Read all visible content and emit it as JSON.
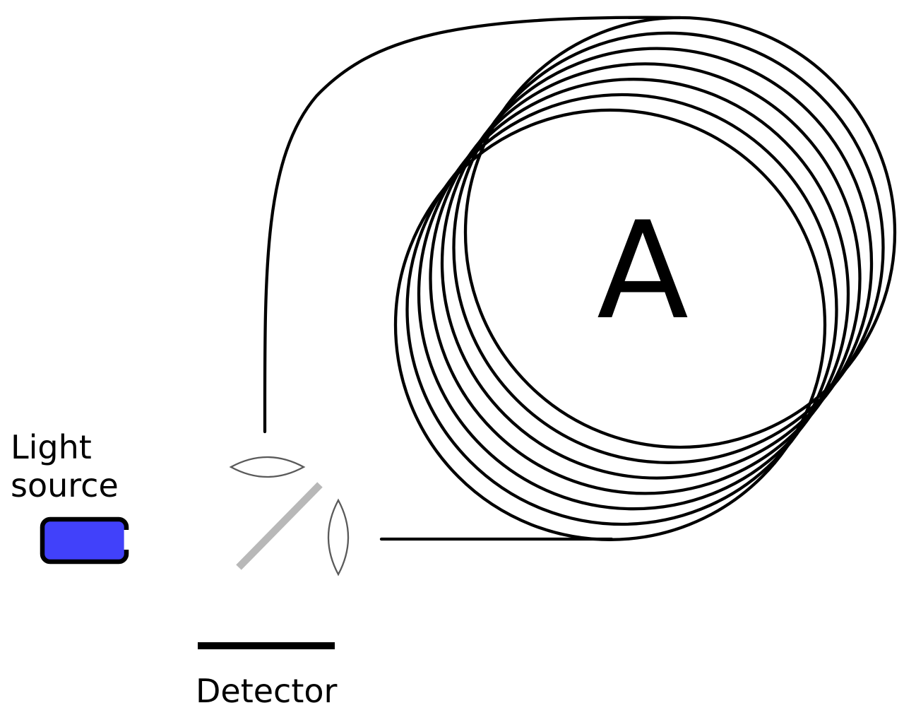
{
  "diagram": {
    "type": "fiber-optic-interferometer-schematic",
    "labels": {
      "light_source": "Light source",
      "detector": "Detector",
      "coil": "A"
    },
    "colors": {
      "fiber": "#000000",
      "lens_stroke": "#5a5a5a",
      "lens_fill": "#ffffff",
      "beam_splitter": "#b8b8b8",
      "source_fill": "#4141fa",
      "source_border": "#000000",
      "detector_bar": "#000000",
      "label_text": "#000000",
      "background": "#ffffff"
    },
    "coil": {
      "loops": 7,
      "radius": 304,
      "cx0": 963,
      "cy0": 329,
      "dx": -16.5,
      "dy": 21.8,
      "stroke_width": 4.3
    }
  }
}
